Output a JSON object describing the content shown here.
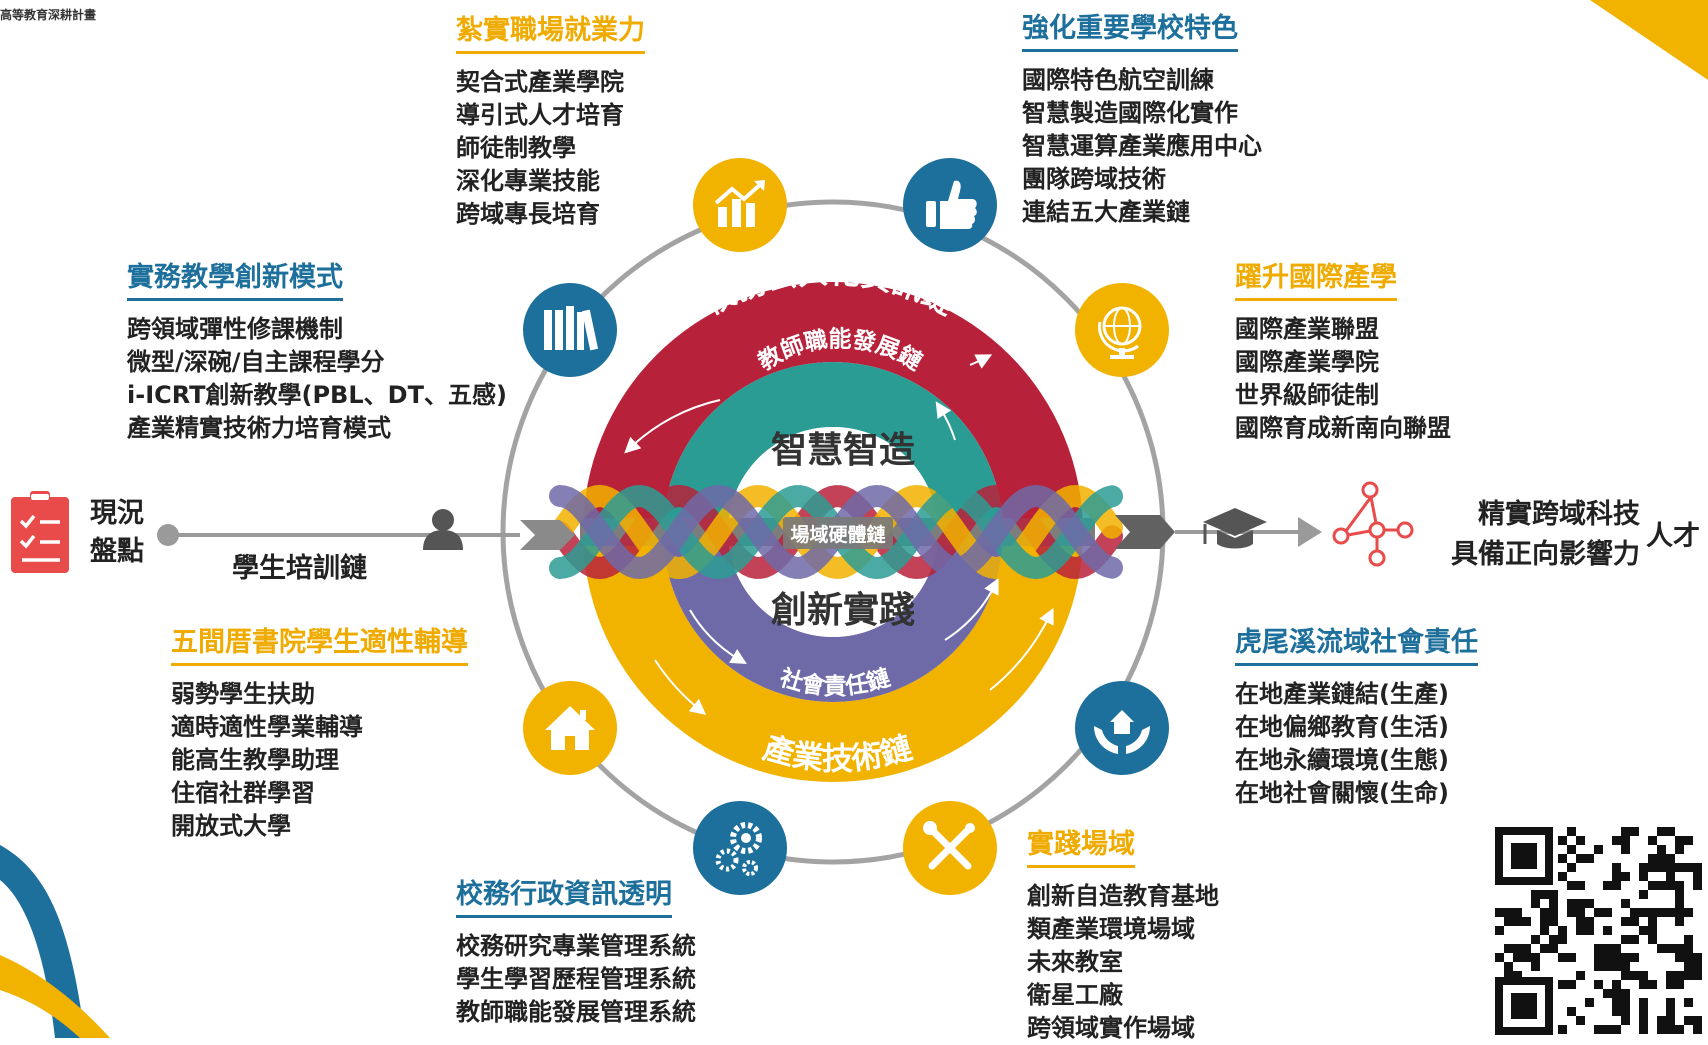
{
  "header": "高等教育深耕計畫",
  "center": {
    "top_label": "智慧智造",
    "bottom_label": "創新實踐",
    "middle_label": "場域硬體鏈",
    "arcs": {
      "outer_top": "校務公共化資訊鏈",
      "inner_top": "教師職能發展鏈",
      "inner_bottom": "社會責任鏈",
      "outer_bottom": "產業技術鏈"
    }
  },
  "left": {
    "status_line1": "現況",
    "status_line2": "盤點",
    "chain_label": "學生培訓鏈"
  },
  "right": {
    "result_line1": "精實跨域科技",
    "result_line2": "具備正向影響力",
    "result_suffix": "人才"
  },
  "sections": {
    "workplace": {
      "title": "紮實職場就業力",
      "items": [
        "契合式產業學院",
        "導引式人才培育",
        "師徒制教學",
        "深化專業技能",
        "跨域專長培育"
      ]
    },
    "school": {
      "title": "強化重要學校特色",
      "items": [
        "國際特色航空訓練",
        "智慧製造國際化實作",
        "智慧運算產業應用中心",
        "團隊跨域技術",
        "連結五大產業鏈"
      ]
    },
    "teaching": {
      "title": "實務教學創新模式",
      "items": [
        "跨領域彈性修課機制",
        "微型/深碗/自主課程學分",
        "i-ICRT創新教學(PBL、DT、五感)",
        "產業精實技術力培育模式"
      ]
    },
    "international": {
      "title": "躍升國際產學",
      "items": [
        "國際產業聯盟",
        "國際產業學院",
        "世界級師徒制",
        "國際育成新南向聯盟"
      ]
    },
    "college": {
      "title": "五間厝書院學生適性輔導",
      "items": [
        "弱勢學生扶助",
        "適時適性學業輔導",
        "能高生教學助理",
        "住宿社群學習",
        "開放式大學"
      ]
    },
    "social": {
      "title": "虎尾溪流域社會責任",
      "items": [
        "在地產業鏈結(生產)",
        "在地偏鄉教育(生活)",
        "在地永續環境(生態)",
        "在地社會關懷(生命)"
      ]
    },
    "admin": {
      "title": "校務行政資訊透明",
      "items": [
        "校務研究專業管理系統",
        "學生學習歷程管理系統",
        "教師職能發展管理系統"
      ]
    },
    "field": {
      "title": "實踐場域",
      "items": [
        "創新自造教育基地",
        "類產業環境場域",
        "未來教室",
        "衛星工廠",
        "跨領域實作場域"
      ]
    }
  },
  "icons": [
    "growth-chart-icon",
    "thumbs-up-icon",
    "books-icon",
    "globe-icon",
    "house-icon",
    "hands-house-icon",
    "gears-icon",
    "tools-icon",
    "checklist-icon",
    "person-icon",
    "graduation-cap-icon",
    "network-icon",
    "qr-code"
  ],
  "colors": {
    "red": "#b8213a",
    "teal": "#2b9c94",
    "purple": "#6e6aa8",
    "yellow": "#f2b200",
    "blue": "#1d6f9c",
    "gray": "#a0a0a0",
    "coral": "#e94b4b"
  }
}
